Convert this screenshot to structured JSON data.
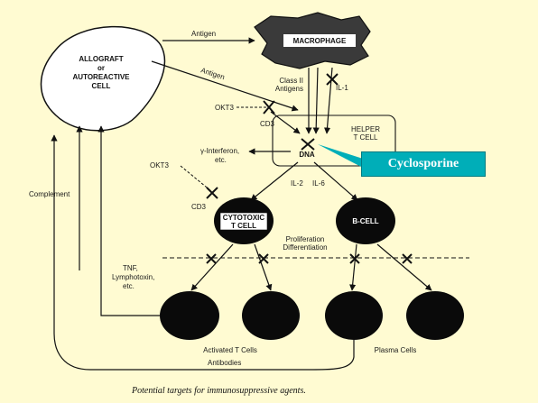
{
  "nodes": {
    "allograft": [
      "ALLOGRAFT",
      "or",
      "AUTOREACTIVE",
      "CELL"
    ],
    "macrophage": "MACROPHAGE",
    "helper": [
      "HELPER",
      "T CELL"
    ],
    "dna": "DNA",
    "cytotoxic": [
      "CYTOTOXIC",
      "T CELL"
    ],
    "bcell": "B-CELL"
  },
  "labels": {
    "antigen_top": "Antigen",
    "antigen_mid": "Antigen",
    "class2": [
      "Class II",
      "Antigens"
    ],
    "il1": "IL-1",
    "okt3_a": "OKT3",
    "cd3_a": "CD3",
    "okt3_b": "OKT3",
    "cd3_b": "CD3",
    "ifn": [
      "γ-Interferon,",
      "etc."
    ],
    "il2": "IL-2",
    "il6": "IL-6",
    "prolif": [
      "Proliferation",
      "Differentiation"
    ],
    "complement": "Complement",
    "tnf": [
      "TNF,",
      "Lymphotoxin,",
      "etc."
    ],
    "activated": "Activated T Cells",
    "plasma": "Plasma Cells",
    "antibodies": "Antibodies"
  },
  "callout": "Cyclosporine",
  "caption": "Potential targets for immunosuppressive agents.",
  "colors": {
    "background": "#fffbd2",
    "callout": "#00aeb8",
    "cell_fill": "#0a0a0a",
    "macrophage": "#3a3a3a"
  }
}
